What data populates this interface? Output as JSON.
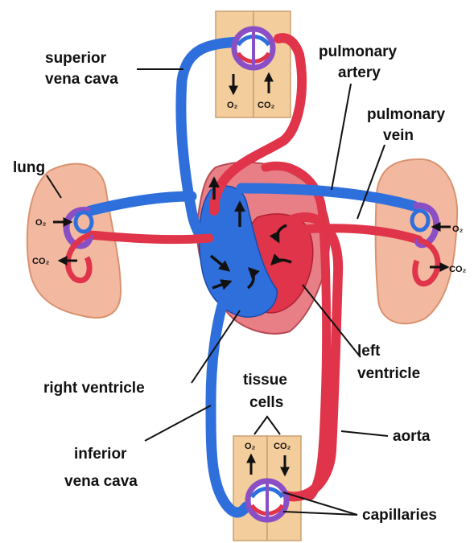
{
  "labels": {
    "superior_vena_cava_1": "superior",
    "superior_vena_cava_2": "vena cava",
    "pulmonary_artery_1": "pulmonary",
    "pulmonary_artery_2": "artery",
    "pulmonary_vein_1": "pulmonary",
    "pulmonary_vein_2": "vein",
    "lung": "lung",
    "right_ventricle": "right ventricle",
    "left_ventricle_1": "left",
    "left_ventricle_2": "ventricle",
    "tissue_cells_1": "tissue",
    "tissue_cells_2": "cells",
    "aorta": "aorta",
    "inferior_vena_cava_1": "inferior",
    "inferior_vena_cava_2": "vena cava",
    "capillaries": "capillaries"
  },
  "gas": {
    "o2": "O₂",
    "co2": "CO₂"
  },
  "colors": {
    "oxygenated_blood": "#e0344a",
    "deoxygenated_blood": "#2f6fdc",
    "mixed_capillary": "#8a4fc4",
    "lung_tissue": "#f2b9a0",
    "tissue_block": "#f4cd9c",
    "heart_wall": "#e87f86"
  }
}
